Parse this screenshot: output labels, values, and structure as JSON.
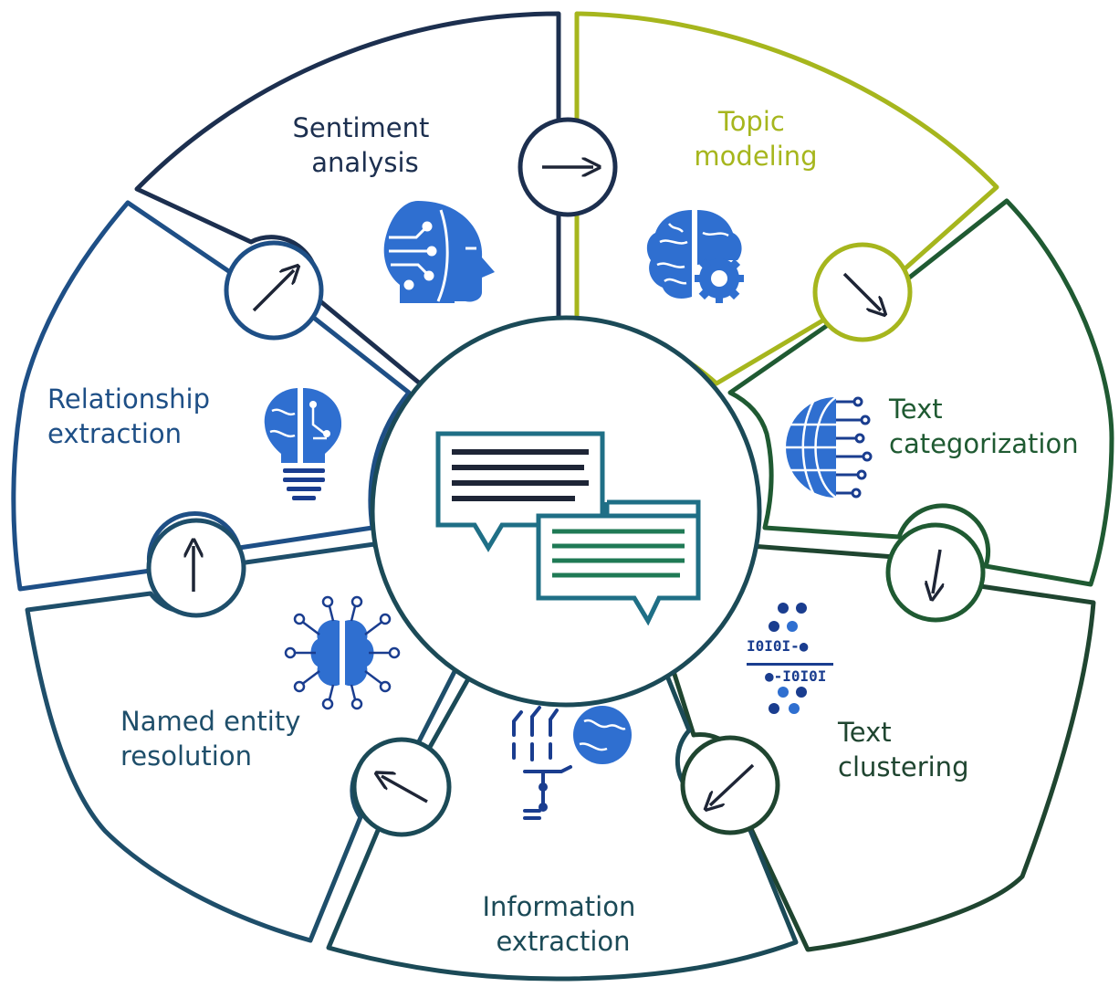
{
  "diagram": {
    "center_icon": "chat-bubbles-icon",
    "segments": [
      {
        "id": "sentiment-analysis",
        "lines": [
          "Sentiment",
          "analysis"
        ],
        "color": "#1c2f4f",
        "icon": "ai-head-icon"
      },
      {
        "id": "topic-modeling",
        "lines": [
          "Topic",
          "modeling"
        ],
        "color": "#a6b61d",
        "icon": "brain-gear-icon"
      },
      {
        "id": "text-categorization",
        "lines": [
          "Text",
          "categorization"
        ],
        "color": "#1f5a32",
        "icon": "globe-network-icon"
      },
      {
        "id": "text-clustering",
        "lines": [
          "Text",
          "clustering"
        ],
        "color": "#1f4530",
        "icon": "binary-clusters-icon"
      },
      {
        "id": "information-extraction",
        "lines": [
          "Information",
          "extraction"
        ],
        "color": "#1b4a57",
        "icon": "robot-hand-globe-icon"
      },
      {
        "id": "named-entity-resolution",
        "lines": [
          "Named entity",
          "resolution"
        ],
        "color": "#1e4e6a",
        "icon": "brain-circuit-icon"
      },
      {
        "id": "relationship-extraction",
        "lines": [
          "Relationship",
          "extraction"
        ],
        "color": "#1e4f86",
        "icon": "lightbulb-brain-icon"
      }
    ],
    "connectors": [
      {
        "between": [
          "sentiment-analysis",
          "topic-modeling"
        ],
        "icon": "arrow-right-icon"
      },
      {
        "between": [
          "topic-modeling",
          "text-categorization"
        ],
        "icon": "arrow-down-right-icon"
      },
      {
        "between": [
          "text-categorization",
          "text-clustering"
        ],
        "icon": "arrow-down-icon"
      },
      {
        "between": [
          "text-clustering",
          "information-extraction"
        ],
        "icon": "arrow-down-left-icon"
      },
      {
        "between": [
          "information-extraction",
          "named-entity-resolution"
        ],
        "icon": "arrow-up-left-icon"
      },
      {
        "between": [
          "named-entity-resolution",
          "relationship-extraction"
        ],
        "icon": "arrow-up-icon"
      },
      {
        "between": [
          "relationship-extraction",
          "sentiment-analysis"
        ],
        "icon": "arrow-up-right-icon"
      }
    ]
  }
}
